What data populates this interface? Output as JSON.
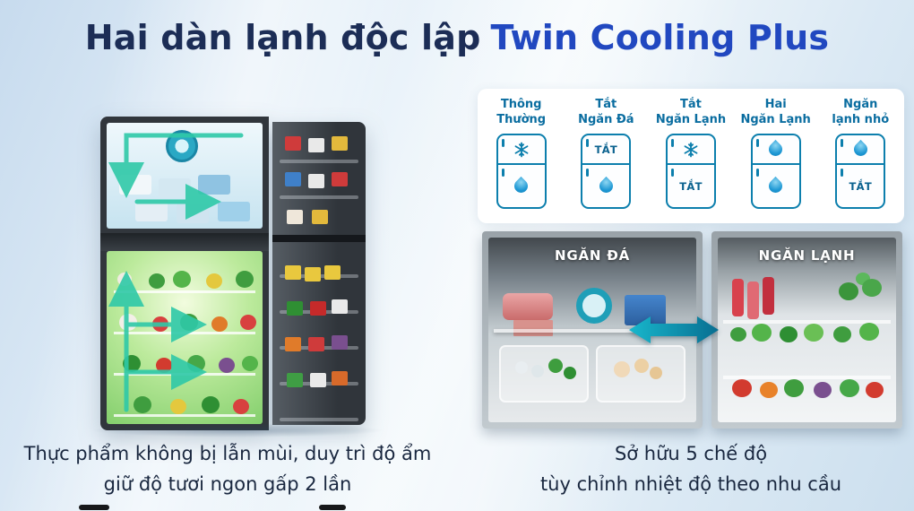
{
  "title": {
    "prefix": "Hai dàn lạnh độc lập",
    "highlight": "Twin Cooling Plus"
  },
  "modes": {
    "off_label": "TẮT",
    "items": [
      {
        "line1": "Thông",
        "line2": "Thường",
        "top_icon": "snowflake",
        "bottom_icon": "water-drop"
      },
      {
        "line1": "Tắt",
        "line2": "Ngăn Đá",
        "top_icon": "off-text",
        "bottom_icon": "water-drop"
      },
      {
        "line1": "Tắt",
        "line2": "Ngăn Lạnh",
        "top_icon": "snowflake",
        "bottom_icon": "off-text"
      },
      {
        "line1": "Hai",
        "line2": "Ngăn Lạnh",
        "top_icon": "water-drop",
        "bottom_icon": "water-drop"
      },
      {
        "line1": "Ngăn",
        "line2": "lạnh nhỏ",
        "top_icon": "water-drop",
        "bottom_icon": "off-text"
      }
    ]
  },
  "compartments": {
    "freezer": "NGĂN ĐÁ",
    "fridge": "NGĂN LẠNH"
  },
  "captions": {
    "left": {
      "line1": "Thực phẩm không bị lẫn mùi, duy trì độ ẩm",
      "line2": "giữ độ tươi ngon gấp 2 lần"
    },
    "right": {
      "line1": "Sở hữu 5 chế độ",
      "line2": "tùy chỉnh nhiệt độ theo nhu cầu"
    }
  },
  "colors": {
    "accent_teal": "#0c7fad",
    "drop_blue": "#1e98d4",
    "airflow_green": "#2fc9a8",
    "title_navy": "#1c2d56",
    "title_blue": "#2148c0"
  }
}
